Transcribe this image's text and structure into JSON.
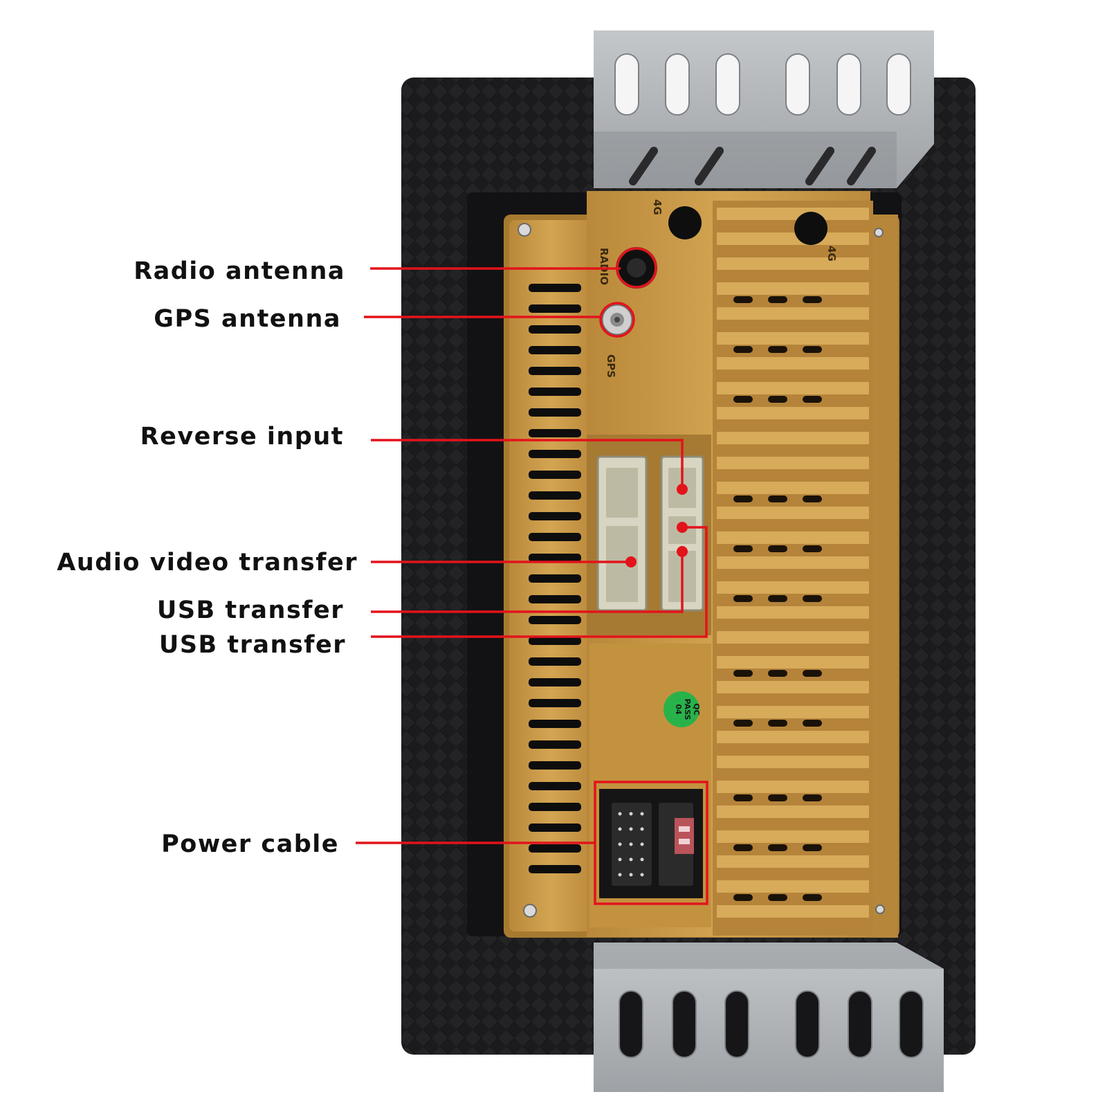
{
  "callouts": [
    {
      "id": "radio",
      "label": "Radio antenna"
    },
    {
      "id": "gps",
      "label": "GPS antenna"
    },
    {
      "id": "reverse",
      "label": "Reverse input"
    },
    {
      "id": "av",
      "label": "Audio video transfer"
    },
    {
      "id": "usb1",
      "label": "USB transfer"
    },
    {
      "id": "usb2",
      "label": "USB transfer"
    },
    {
      "id": "power",
      "label": "Power cable"
    }
  ],
  "device_markings": {
    "radio": "RADIO",
    "gps": "GPS",
    "fourg_1": "4G",
    "fourg_2": "4G",
    "qc_line1": "QC",
    "qc_line2": "PASS",
    "qc_line3": "04"
  },
  "colors": {
    "callout_line": "#e3131b",
    "label_text": "#111111",
    "housing": "#c8963e",
    "bracket": "#a9acaf",
    "frame": "#1c1c1e",
    "qc_sticker": "#27b34a"
  }
}
